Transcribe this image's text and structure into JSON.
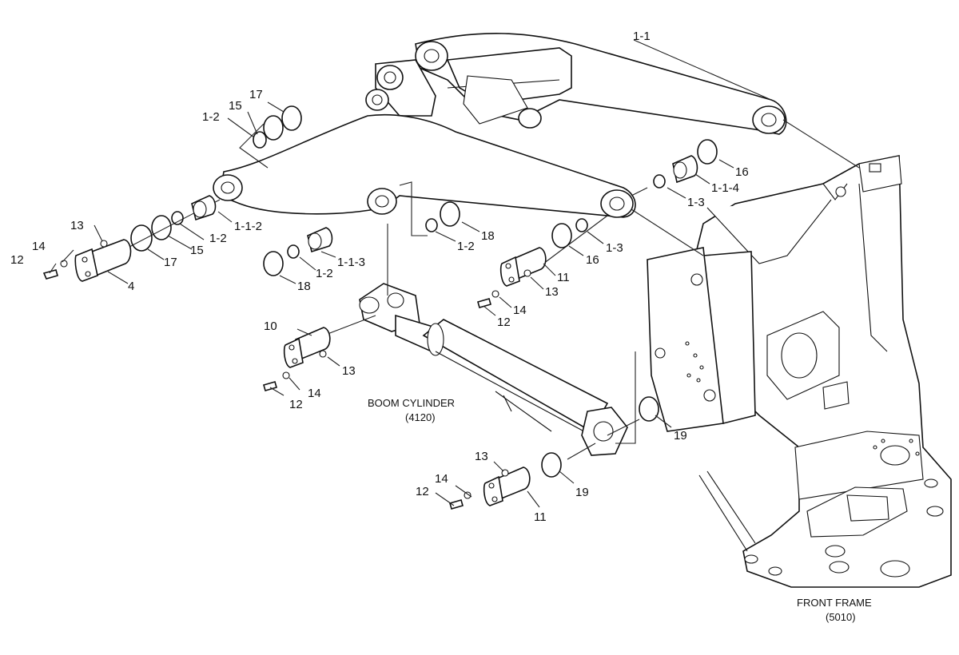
{
  "diagram": {
    "parts": {
      "boom": "1-1",
      "pin_11_a": "11",
      "pin_11_b": "11",
      "pin_10": "10",
      "pin_4": "4",
      "bolt_12": "12",
      "washer_14": "14",
      "nut_13": "13",
      "ring_15": "15",
      "ring_16": "16",
      "ring_17": "17",
      "ring_18": "18",
      "ring_19": "19",
      "seal_1_2": "1-2",
      "seal_1_3": "1-3",
      "bushing_1_1_2": "1-1-2",
      "bushing_1_1_3": "1-1-3",
      "bushing_1_1_4": "1-1-4"
    },
    "captions": {
      "boom_cylinder_name": "BOOM CYLINDER",
      "boom_cylinder_code": "(4120)",
      "front_frame_name": "FRONT FRAME",
      "front_frame_code": "(5010)"
    }
  }
}
